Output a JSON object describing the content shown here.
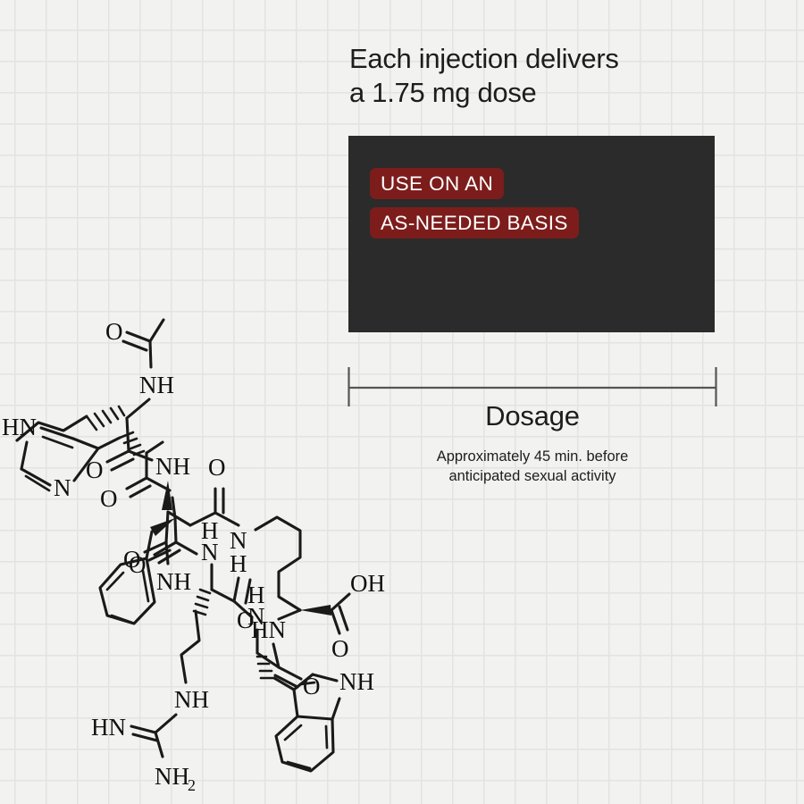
{
  "page": {
    "background_color": "#f2f2f0",
    "grid_color": "#e3e3e1"
  },
  "headline": {
    "text": "Each injection delivers\na 1.75 mg dose",
    "dose_value": "1.75 mg"
  },
  "callout": {
    "text": "USE ON AN\nAS-NEEDED BASIS",
    "panel_color": "#2b2b2b",
    "highlight_color": "#7c1d1c",
    "text_color": "#ffffff"
  },
  "dosage": {
    "title": "Dosage",
    "subtitle": "Approximately 45 min. before\nanticipated sexual activity",
    "bracket_label": "dosage-bracket"
  },
  "molecule": {
    "name": "bremelanotide-structure",
    "atom_labels": {
      "acetyl_oxygen": "O",
      "acetyl_nh": "NH",
      "nle_carbonyl_o": "O",
      "asp_nh": "NH",
      "asp_carbonyl_o": "O",
      "asp_side_o": "O",
      "lys_nh_n": "N",
      "lys_nh_h": "H",
      "his_hn": "HN",
      "his_n": "N",
      "his_nh": "NH",
      "his_carbonyl_o": "O",
      "phe_nh": "NH",
      "phe_carbonyl_o": "O",
      "arg_n": "N",
      "arg_h": "H",
      "arg_carbonyl_o": "O",
      "arg_guanidine_nh": "NH",
      "arg_guanidine_hn": "HN",
      "arg_guanidine_nh2": "NH",
      "arg_guanidine_nh2_sub": "2",
      "trp_n": "N",
      "trp_h": "H",
      "trp_indole_nh": "NH",
      "trp_carbonyl_o": "O",
      "lys_alpha_hn": "HN",
      "cterm_oh": "OH",
      "cterm_o": "O"
    }
  }
}
